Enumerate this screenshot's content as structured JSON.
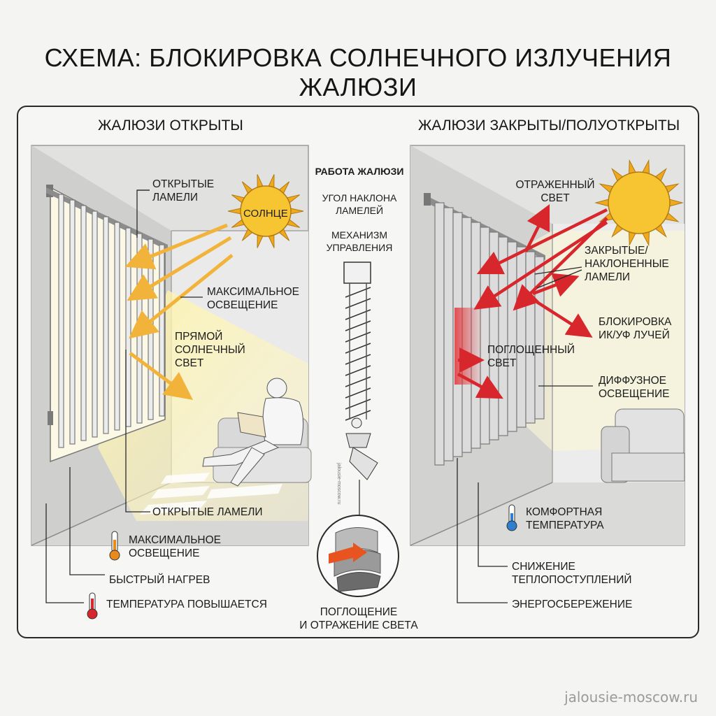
{
  "title": "СХЕМА: БЛОКИРОВКА СОЛНЕЧНОГО ИЗЛУЧЕНИЯ ЖАЛЮЗИ",
  "left": {
    "heading": "ЖАЛЮЗИ ОТКРЫТЫ",
    "sun": "СОЛНЦЕ",
    "open_slats_top": [
      "ОТКРЫТЫЕ",
      "ЛАМЕЛИ"
    ],
    "max_light": [
      "МАКСИМАЛЬНОЕ",
      "ОСВЕЩЕНИЕ"
    ],
    "direct_sun": [
      "ПРЯМОЙ",
      "СОЛНЕЧНЫЙ",
      "СВЕТ"
    ],
    "open_slats_bottom": "ОТКРЫТЫЕ ЛАМЕЛИ",
    "max_light_bottom": [
      "МАКСИМАЛЬНОЕ",
      "ОСВЕЩЕНИЕ"
    ],
    "fast_heat": "БЫСТРЫЙ НАГРЕВ",
    "temp_rises": "ТЕМПЕРАТУРА ПОВЫШАЕТСЯ"
  },
  "center": {
    "heading": "РАБОТА ЖАЛЮЗИ",
    "angle": [
      "УГОЛ НАКЛОНА",
      "ЛАМЕЛЕЙ"
    ],
    "mechanism": [
      "МЕХАНИЗМ",
      "УПРАВЛЕНИЯ"
    ],
    "absorb": [
      "ПОГЛОЩЕНИЕ",
      "И ОТРАЖЕНИЕ СВЕТА"
    ],
    "tiny_mark": "jalousie-moscow.ru"
  },
  "right": {
    "heading": "ЖАЛЮЗИ ЗАКРЫТЫ/ПОЛУОТКРЫТЫ",
    "reflected": [
      "ОТРАЖЕННЫЙ",
      "СВЕТ"
    ],
    "closed_slats": [
      "ЗАКРЫТЫЕ/",
      "НАКЛОНЕННЫЕ",
      "ЛАМЕЛИ"
    ],
    "blocking": [
      "БЛОКИРОВКА",
      "ИК/УФ ЛУЧЕЙ"
    ],
    "absorbed": [
      "ПОГЛОЩЕННЫЙ",
      "СВЕТ"
    ],
    "diffuse": [
      "ДИФФУЗНОЕ",
      "ОСВЕЩЕНИЕ"
    ],
    "comfort": [
      "КОМФОРТНАЯ",
      "ТЕМПЕРАТУРА"
    ],
    "heat_reduce": [
      "СНИЖЕНИЕ",
      "ТЕПЛОПОСТУПЛЕНИЙ"
    ],
    "energy": "ЭНЕРГОСБЕРЕЖЕНИЕ"
  },
  "watermark": "jalousie-moscow.ru",
  "colors": {
    "sun": "#f7c531",
    "sun_ray": "#f0a81c",
    "yellow_arrow": "#f2b33a",
    "red_arrow": "#d7262c",
    "wall": "#dcdcdc",
    "line": "#2a2a2a"
  }
}
